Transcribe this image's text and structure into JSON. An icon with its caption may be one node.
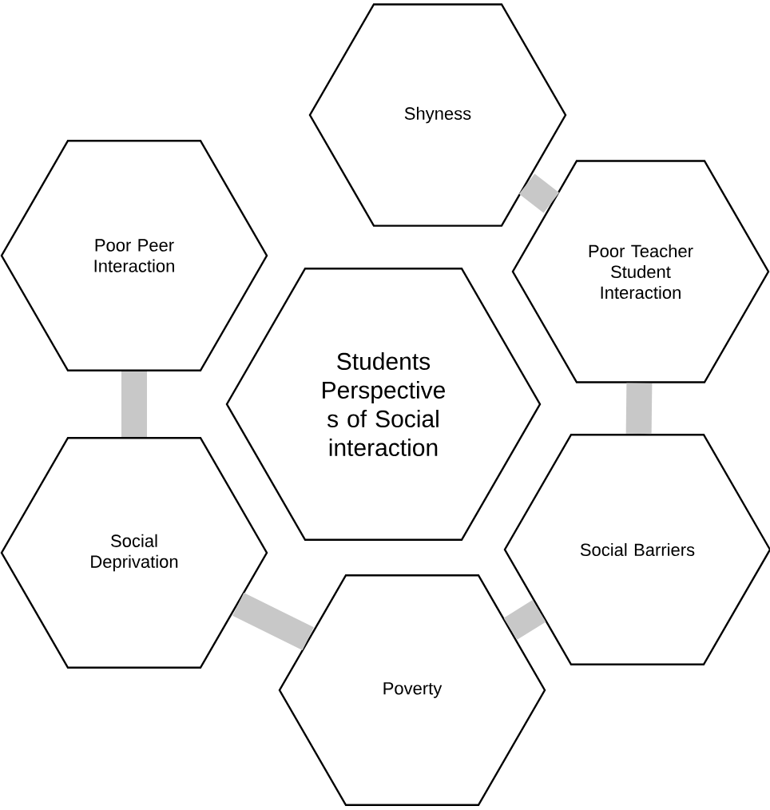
{
  "diagram": {
    "nodes": [
      {
        "text": [
          "Shyness"
        ]
      },
      {
        "text": [
          "Poor Peer Interaction"
        ]
      },
      {
        "text": [
          "Poor Teacher Student Interaction"
        ]
      },
      {
        "text": [
          "Students Perspective s of Social interaction"
        ]
      },
      {
        "text": [
          "Social Deprivation"
        ]
      },
      {
        "text": [
          "Social Barriers"
        ]
      },
      {
        "text": [
          "Poverty"
        ]
      }
    ],
    "edges": [
      {
        "from": 0,
        "to": 2,
        "arrow": "none"
      },
      {
        "from": 2,
        "to": 5,
        "arrow": "none"
      },
      {
        "from": 5,
        "to": 6,
        "arrow": "none"
      },
      {
        "from": 6,
        "to": 4,
        "arrow": "none"
      },
      {
        "from": 4,
        "to": 1,
        "arrow": "none"
      }
    ]
  }
}
